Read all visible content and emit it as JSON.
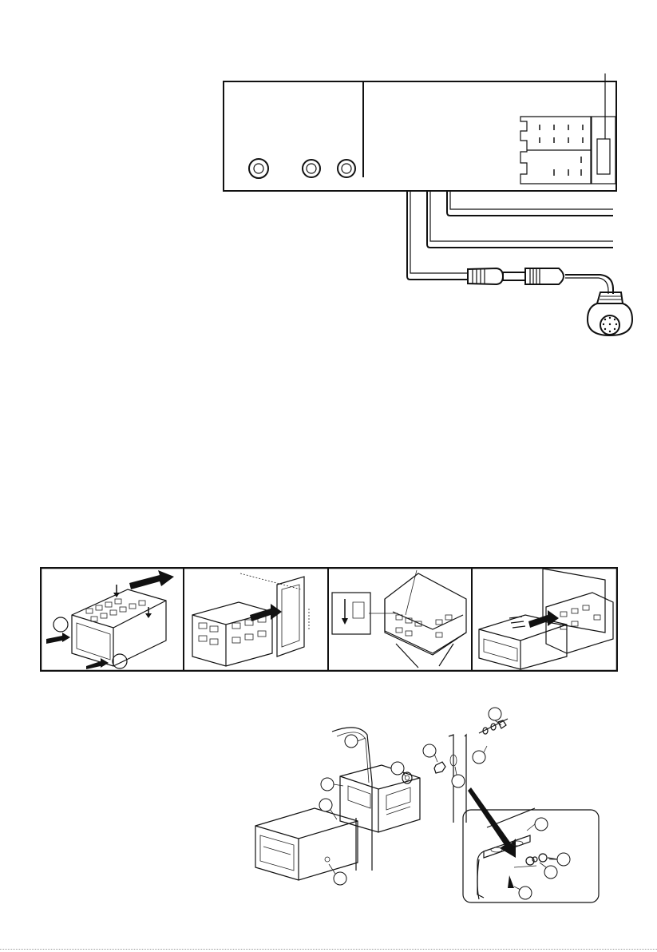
{
  "connection_diagram": {
    "rear_panel": {
      "rca_jacks": 3,
      "iso_pins": 12,
      "fuse_count": 1
    },
    "cables": [
      "cable-1",
      "cable-2",
      "cable-3"
    ]
  },
  "installation_steps": {
    "panels": [
      "remove-unit-panel",
      "mount-frame-panel",
      "bend-tabs-panel",
      "insert-unit-panel"
    ]
  },
  "exploded_view": {
    "callout_count": 14
  }
}
